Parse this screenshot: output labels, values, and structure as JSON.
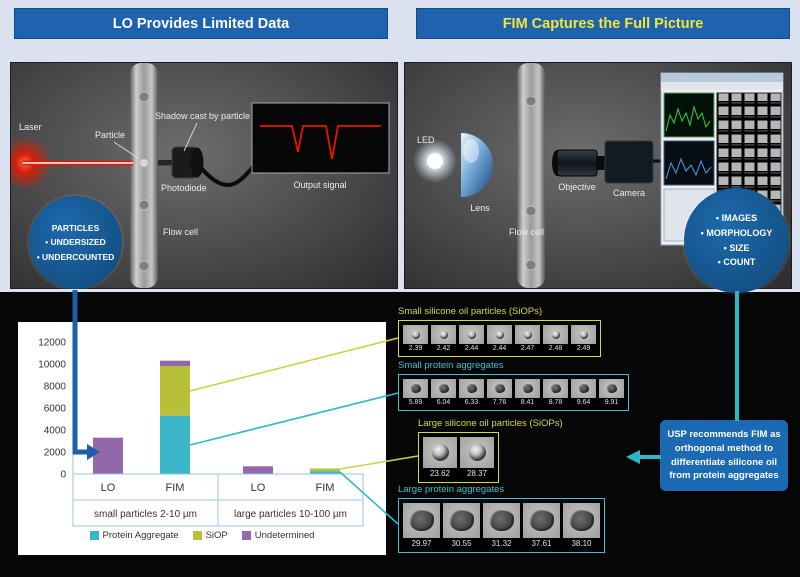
{
  "headers": {
    "left": "LO Provides Limited Data",
    "right": "FIM Captures the Full Picture"
  },
  "lo_scene": {
    "laser": "Laser",
    "particle": "Particle",
    "shadow": "Shadow cast by particle",
    "photodiode": "Photodiode",
    "output_signal": "Output signal",
    "flow_cell": "Flow cell"
  },
  "fim_scene": {
    "led": "LED",
    "lens": "Lens",
    "objective": "Objective",
    "camera": "Camera",
    "flow_cell": "Flow cell"
  },
  "badges": {
    "left_lines": [
      "PARTICLES",
      "• UNDERSIZED",
      "• UNDERCOUNTED"
    ],
    "right_lines": [
      "• IMAGES",
      "• MORPHOLOGY",
      "• SIZE",
      "• COUNT"
    ]
  },
  "chart_data": {
    "type": "bar",
    "stacked": true,
    "categories": [
      "LO",
      "FIM",
      "LO",
      "FIM"
    ],
    "group_labels": [
      "small particles 2-10 µm",
      "large particles 10-100 µm"
    ],
    "series": [
      {
        "name": "Protein Aggregate",
        "color": "#3ab6c8",
        "values": [
          0,
          5300,
          0,
          260
        ]
      },
      {
        "name": "SiOP",
        "color": "#b9bf36",
        "values": [
          0,
          4500,
          0,
          240
        ]
      },
      {
        "name": "Undetermined",
        "color": "#9268aa",
        "values": [
          3300,
          500,
          700,
          0
        ]
      }
    ],
    "ylim": [
      0,
      12000
    ],
    "yticks": [
      0,
      2000,
      4000,
      6000,
      8000,
      10000,
      12000
    ],
    "legend_position": "bottom",
    "grid": false
  },
  "strips": [
    {
      "kind": "siop",
      "size": "small",
      "title": "Small silicone oil particles (SiOPs)",
      "values": [
        "2.39",
        "2.42",
        "2.44",
        "2.44",
        "2.47",
        "2.48",
        "2.49"
      ]
    },
    {
      "kind": "protein",
      "size": "small",
      "title": "Small protein aggregates",
      "values": [
        "5.89",
        "6.04",
        "6.33",
        "7.76",
        "8.41",
        "8.78",
        "9.64",
        "9.91"
      ]
    },
    {
      "kind": "siop",
      "size": "large",
      "title": "Large silicone oil particles (SiOPs)",
      "values": [
        "23.62",
        "28.37"
      ]
    },
    {
      "kind": "protein",
      "size": "large",
      "title": "Large protein aggregates",
      "values": [
        "29.97",
        "30.55",
        "31.32",
        "37.61",
        "38.10"
      ]
    }
  ],
  "usp_note": "USP recommends FIM as orthogonal method to differentiate silicone oil from protein aggregates",
  "colors": {
    "teal": "#3ab6c8",
    "yellow": "#cdd33f",
    "purple": "#9268aa",
    "header_blue": "#1f62ae",
    "badge_blue": "#155a94",
    "usp_blue": "#1b6ab3",
    "arrow_blue": "#1e5fa8"
  }
}
